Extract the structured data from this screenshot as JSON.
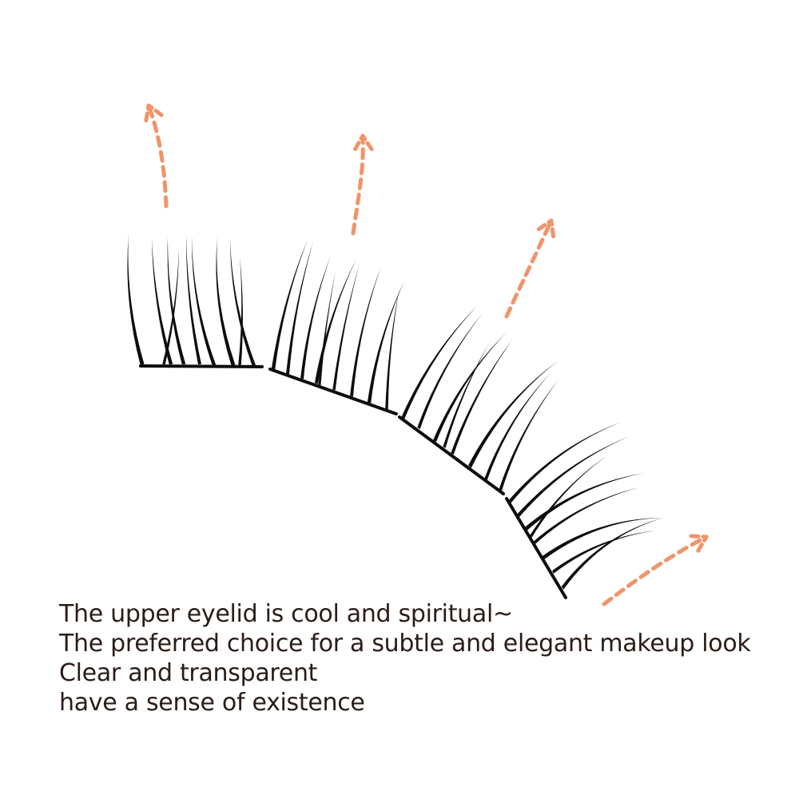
{
  "colors": {
    "background": "#ffffff",
    "lash": "#0d0d0d",
    "arrow": "#f0946a",
    "text": "#2a1c17"
  },
  "illustration": {
    "subject": "false-eyelash-clusters",
    "cluster_count": 4,
    "arrow_count": 4
  },
  "caption": {
    "lines": [
      "The upper eyelid is cool and spiritual~",
      "The preferred choice for a subtle and elegant makeup look",
      "Clear and transparent",
      "have a sense of existence"
    ]
  }
}
